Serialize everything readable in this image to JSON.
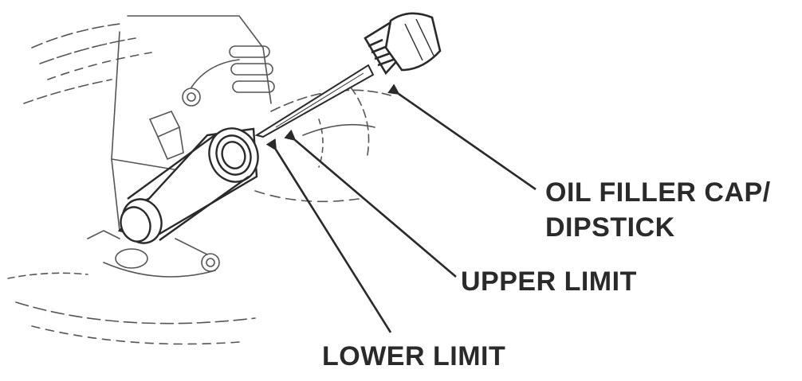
{
  "labels": {
    "oil_filler_cap_line1": "OIL FILLER CAP/",
    "oil_filler_cap_line2": "DIPSTICK",
    "upper_limit": "UPPER LIMIT",
    "lower_limit": "LOWER LIMIT"
  },
  "colors": {
    "ink": "#2a2a2a",
    "paper": "#ffffff"
  }
}
